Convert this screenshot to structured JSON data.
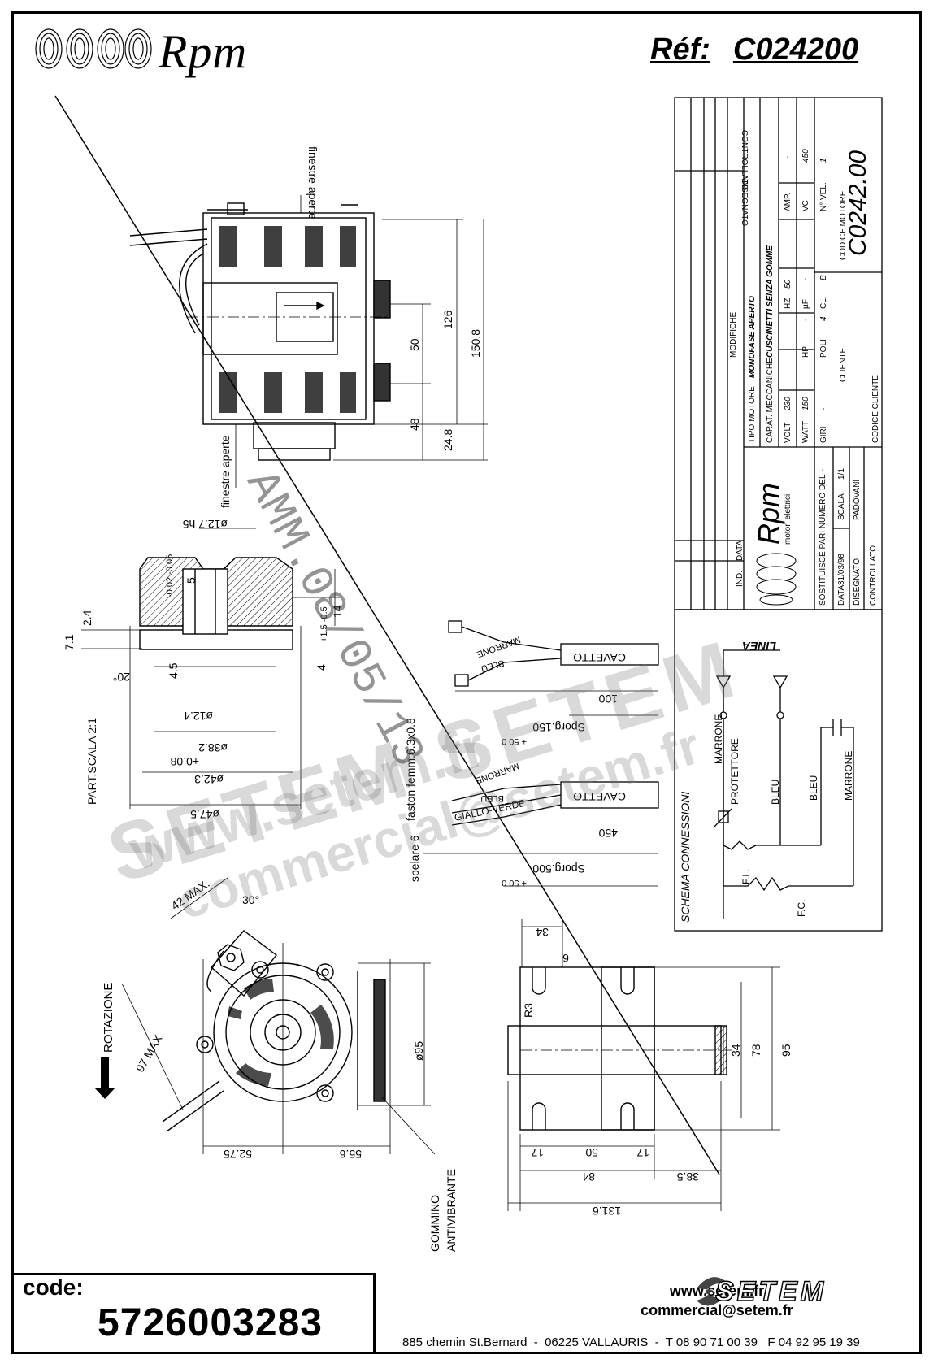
{
  "header": {
    "brand": "Rpm",
    "ref_label": "Réf:",
    "ref_value": "C024200"
  },
  "drawing": {
    "top_view": {
      "label_windows_top": "finestre aperte",
      "label_windows_bottom": "finestre aperte",
      "dim_126": "126",
      "dim_150_8": "150.8",
      "dim_50": "50",
      "dim_48": "48",
      "dim_24_8": "24.8"
    },
    "detail": {
      "scale_label": "PART.SCALA 2:1",
      "d12_7": "ø12.7 h5",
      "d12_4": "ø12.4",
      "d38_2": "ø38.2",
      "d38_tol": "+0.08",
      "d42_3": "ø42.3",
      "d47_5": "ø47.5",
      "dim_7_1": "7.1",
      "dim_2_4": "2.4",
      "dim_4_5": "4.5",
      "dim_14": "14",
      "dim_4": "4",
      "dim_5": "5",
      "angle_20": "20°",
      "tol_5": "-0.02  -0.06",
      "tol_4": "+1.5  -0.5"
    },
    "cables": {
      "faston": "faston femm.6.3x0.8",
      "spelare": "spelare 6",
      "marrone": "MARRONE",
      "bleu": "BLEU",
      "giallo_verde": "GIALLO-VERDE",
      "cavetto": "CAVETTO",
      "len_100": "100",
      "len_450": "450",
      "sporg_150": "Sporg.150",
      "sporg_500": "Sporg.500",
      "tol_50": "+ 50  0"
    },
    "front_view": {
      "rotazione": "ROTAZIONE",
      "dim_42_max": "42 MAX.",
      "dim_30": "30°",
      "dim_97_max": "97 MAX.",
      "dim_95_diam": "ø95",
      "dim_52_75": "52.75",
      "dim_55_6": "55.6",
      "gommino": "GOMMINO",
      "antivibrante": "ANTIVIBRANTE"
    },
    "side_view": {
      "dim_34": "34",
      "dim_6": "6",
      "dim_r3": "R3",
      "dim_34b": "34",
      "dim_78": "78",
      "dim_95": "95",
      "dim_17a": "17",
      "dim_50": "50",
      "dim_17b": "17",
      "dim_84": "84",
      "dim_38_5": "38.5",
      "dim_131_6": "131.6"
    }
  },
  "title_block": {
    "modifiche": "MODIFICHE",
    "disegnato": "DISEGNATO",
    "controllato": "CONTROLLATO",
    "ind": "IND.",
    "data": "DATA",
    "tipo_motore_label": "TIPO MOTORE",
    "tipo_motore_value": "MONOFASE APERTO",
    "caratt_label": "CARAT. MECCANICHE",
    "caratt_value": "CUSCINETTI  SENZA GOMME",
    "volt_label": "VOLT",
    "volt_value": "230",
    "hz_label": "HZ",
    "hz_value": "50",
    "amp_label": "AMP.",
    "amp_value": "-",
    "watt_label": "WATT",
    "watt_value": "150",
    "hp_label": "HP",
    "hp_value": "-",
    "uf_label": "µF",
    "uf_value": "-",
    "vc_label": "VC",
    "vc_value": "450",
    "giri_label": "GIRI",
    "giri_value": "-",
    "poli_label": "POLI",
    "poli_value": "4",
    "cl_label": "CL.",
    "cl_value": "B",
    "nvel_label": "N° VEL.",
    "nvel_value": "1",
    "cliente_label": "CLIENTE",
    "codice_motore_label": "CODICE MOTORE",
    "codice_motore_value": "C0242.00",
    "codice_cliente_label": "CODICE CLIENTE",
    "company": "Rpm",
    "company_sub": "motori elettrici",
    "sostituisce_label": "SOSTITUISCE PARI NUMERO DEL",
    "sostituisce_value": "-",
    "data_label": "DATA",
    "data_value": "31/03/98",
    "scala_label": "SCALA",
    "scala_value": "1/1",
    "disegnato_label": "DISEGNATO",
    "disegnato_value": "PADOVANI",
    "controllato_label": "CONTROLLATO"
  },
  "schema": {
    "title": "SCHEMA CONNESSIONI",
    "linea": "LINEA",
    "marrone": "MARRONE",
    "bleu": "BLEU",
    "protettore": "PROTETTORE",
    "bleu2": "BLEU",
    "marrone2": "MARRONE",
    "fl": "F.L.",
    "fc": "F.C."
  },
  "footer": {
    "code_label": "code:",
    "code_value": "5726003283",
    "website": "www.setem.fr",
    "email": "commercial@setem.fr",
    "address": "885 chemin St.Bernard  -  06225 VALLAURIS  -  T 08 90 71 00 39   F 04 92 95 19 39",
    "logo": "SETEM"
  },
  "watermark": {
    "line1": "www.setem.fr",
    "line2": "SETEM SETEM",
    "line3": "commercial@setem.fr",
    "diag": "AMM.08/05/13"
  }
}
